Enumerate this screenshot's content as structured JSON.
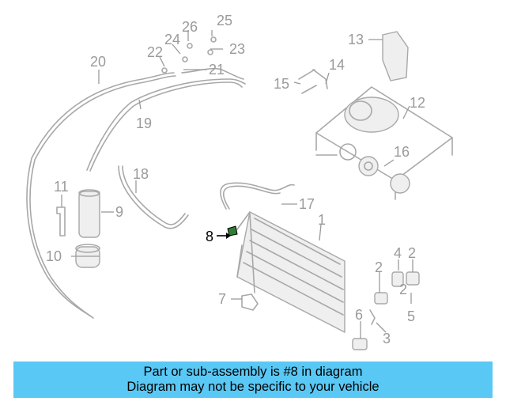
{
  "diagram": {
    "callouts": [
      "1",
      "2",
      "2",
      "2",
      "3",
      "4",
      "5",
      "6",
      "7",
      "8",
      "9",
      "10",
      "11",
      "12",
      "13",
      "14",
      "15",
      "16",
      "17",
      "18",
      "19",
      "20",
      "21",
      "22",
      "23",
      "24",
      "25",
      "26"
    ],
    "highlighted_part": "8",
    "colors": {
      "highlight": "#000000",
      "parts": "#a8a8a8",
      "banner": "#5ac8f5"
    }
  },
  "banner": {
    "line1": "Part or sub-assembly is #8 in diagram",
    "line2": "Diagram may not be specific to your vehicle"
  }
}
